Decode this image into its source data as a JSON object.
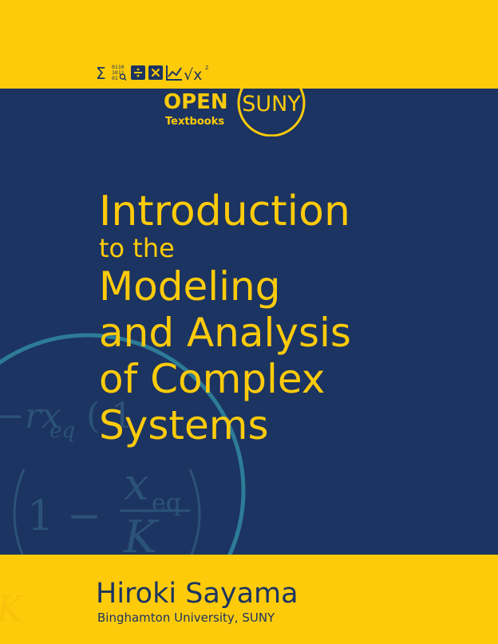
{
  "logo": {
    "open_label": "OPEN",
    "textbooks_label": "Textbooks",
    "suny_label": "SUNY",
    "icon_sigma": "Σ",
    "icon_binary_lines": [
      "0110",
      "1011",
      "01"
    ],
    "icon_sqrt_x": "√x",
    "icon_superscript": "2"
  },
  "title_lines": [
    "Introduction",
    "to the",
    "Modeling",
    "and Analysis",
    "of Complex",
    "Systems"
  ],
  "formula": {
    "top_fragment": "−rx",
    "top_subscript": "eq",
    "top_tail": "( 1",
    "one_minus": "1 −",
    "numerator_var": "x",
    "numerator_sub": "eq",
    "denominator": "K",
    "bottom_var": "K"
  },
  "author": "Hiroki Sayama",
  "affiliation": "Binghamton University, SUNY",
  "colors": {
    "yellow": "#fecb0a",
    "navy": "#1c3461",
    "teal": "#2d7c97"
  }
}
